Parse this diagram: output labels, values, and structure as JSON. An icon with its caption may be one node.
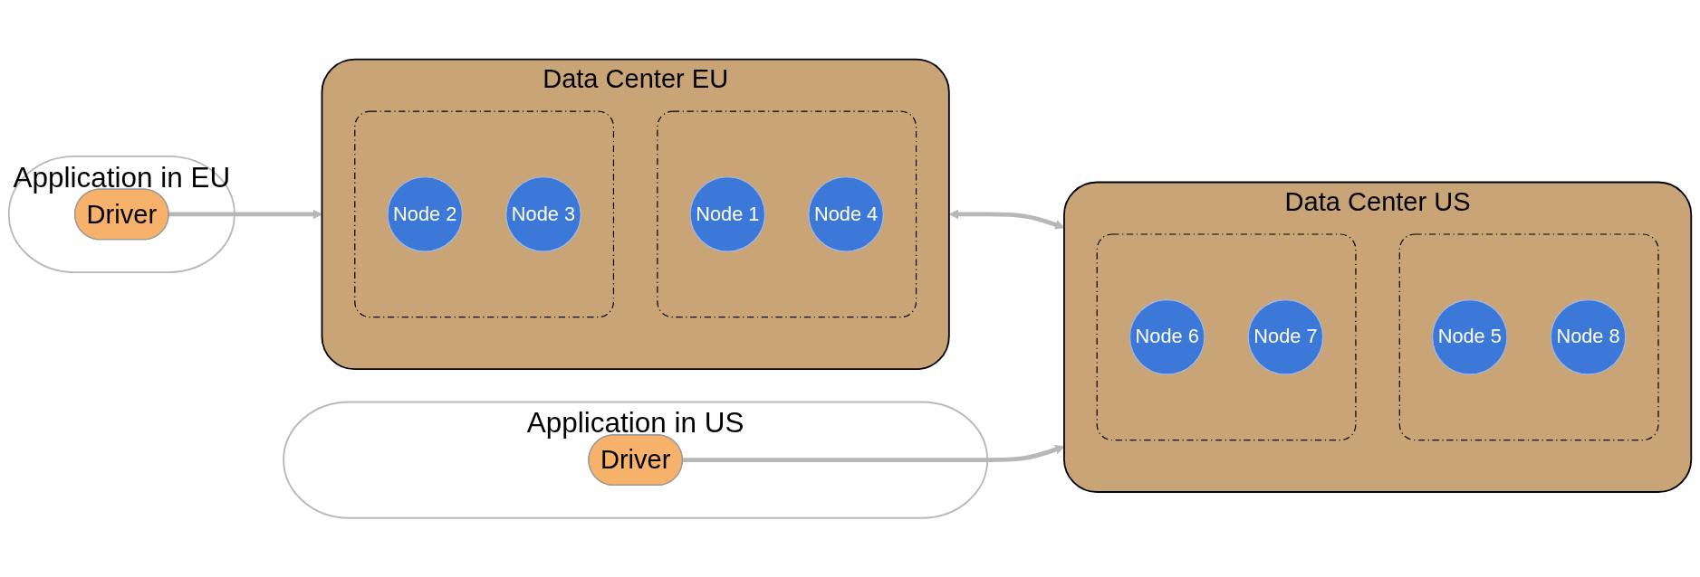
{
  "diagram": {
    "nodes": [
      {
        "text": [
          "Application in EU"
        ]
      },
      {
        "text": [
          "Driver"
        ],
        "in": 0
      },
      {
        "text": [
          "Data Center EU"
        ]
      },
      {
        "text": [],
        "shape": "box",
        "in": 2
      },
      {
        "text": [
          "Node 1"
        ],
        "in": 3
      },
      {
        "text": [
          "Node 4"
        ],
        "in": 3
      },
      {
        "text": [],
        "shape": "box",
        "in": 2
      },
      {
        "text": [
          "Node 2"
        ],
        "in": 6
      },
      {
        "text": [
          "Node 3"
        ],
        "in": 6
      },
      {
        "text": [
          "Data Center US"
        ]
      },
      {
        "text": [],
        "shape": "box",
        "in": 9
      },
      {
        "text": [
          "Node 5"
        ],
        "in": 10
      },
      {
        "text": [
          "Node 8"
        ],
        "in": 10
      },
      {
        "text": [],
        "shape": "box",
        "in": 9
      },
      {
        "text": [
          "Node 6"
        ],
        "in": 13
      },
      {
        "text": [
          "Node 7"
        ],
        "in": 13
      },
      {
        "text": [
          "Application in US"
        ]
      },
      {
        "text": [
          "Driver"
        ],
        "in": 16
      }
    ],
    "edges": [
      {
        "from": 1,
        "to": 2,
        "arrow": "to"
      },
      {
        "from": 2,
        "to": 9,
        "arrow": "both"
      },
      {
        "from": 17,
        "to": 9,
        "arrow": "to"
      }
    ]
  }
}
